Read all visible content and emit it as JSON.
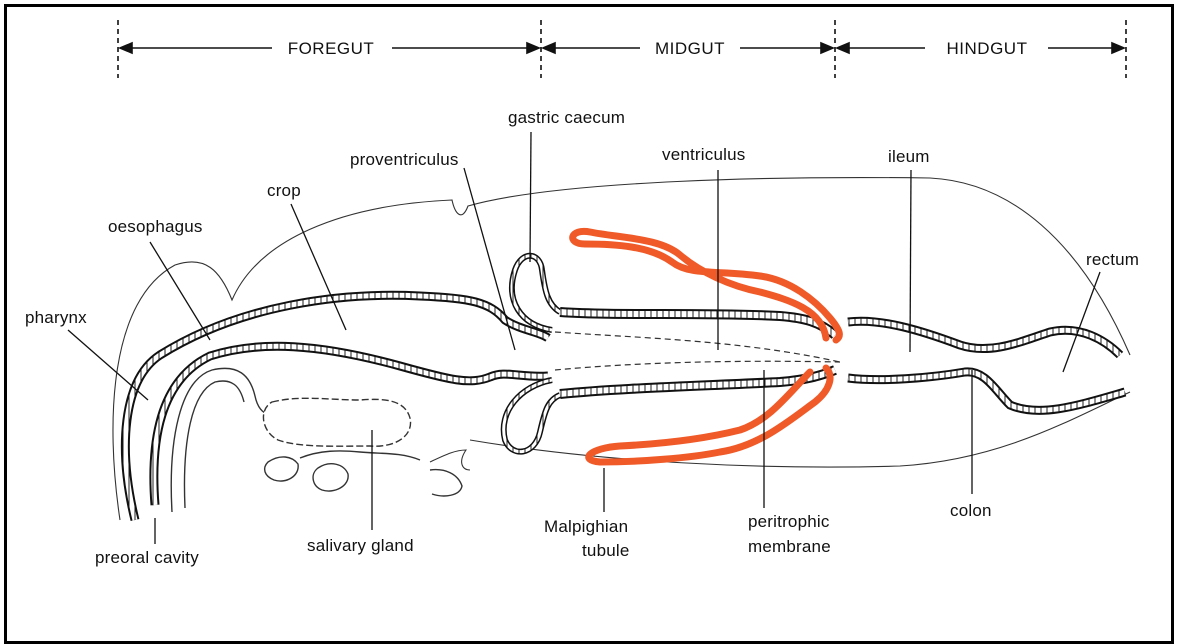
{
  "regions": {
    "foregut": "FOREGUT",
    "midgut": "MIDGUT",
    "hindgut": "HINDGUT"
  },
  "labels": {
    "gastric_caecum": "gastric caecum",
    "proventriculus": "proventriculus",
    "ventriculus": "ventriculus",
    "ileum": "ileum",
    "crop": "crop",
    "oesophagus": "oesophagus",
    "rectum": "rectum",
    "pharynx": "pharynx",
    "preoral_cavity": "preoral cavity",
    "salivary_gland": "salivary gland",
    "malpighian_tubule_line1": "Malpighian",
    "malpighian_tubule_line2": "tubule",
    "peritrophic_line1": "peritrophic",
    "peritrophic_line2": "membrane",
    "colon": "colon"
  },
  "colors": {
    "highlight": "#f05a28",
    "ink": "#111111"
  }
}
